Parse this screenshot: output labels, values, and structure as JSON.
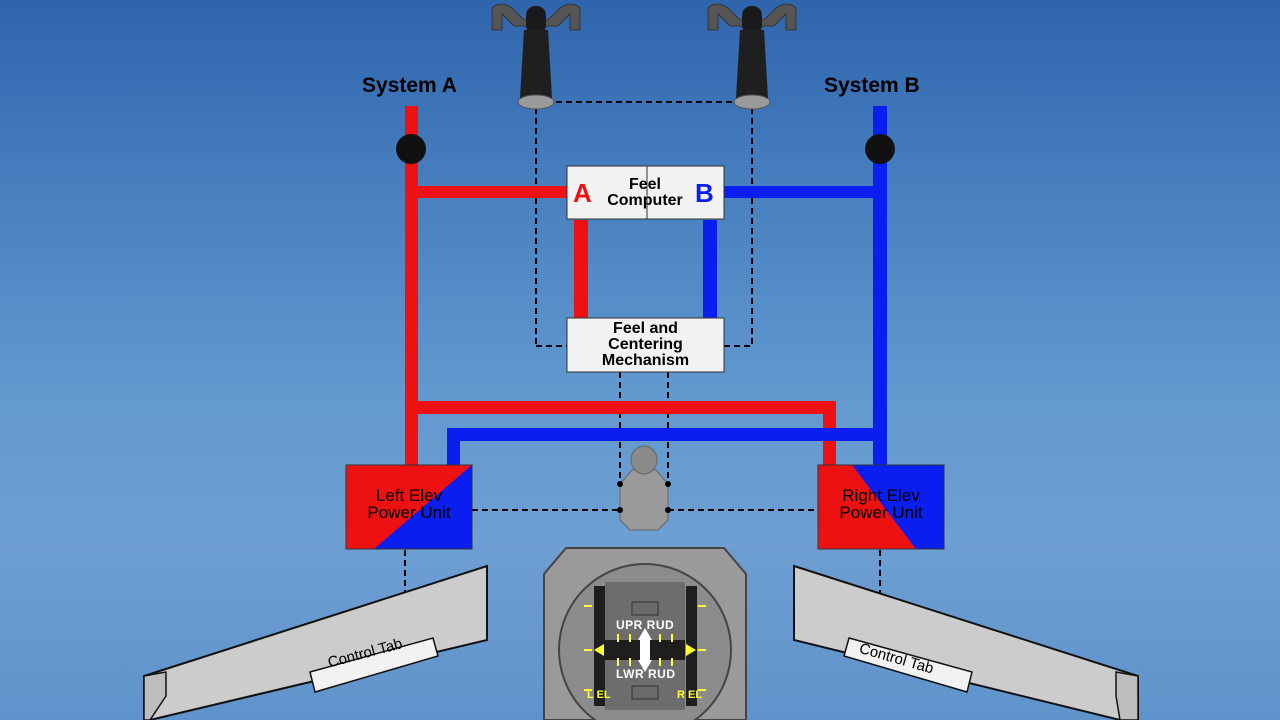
{
  "labels": {
    "system_a": "System A",
    "system_b": "System B",
    "feel_computer_line1": "Feel",
    "feel_computer_line2": "Computer",
    "feel_computer_a": "A",
    "feel_computer_b": "B",
    "feel_centering_line1": "Feel and",
    "feel_centering_line2": "Centering",
    "feel_centering_line3": "Mechanism",
    "left_pu_line1": "Left Elev",
    "left_pu_line2": "Power Unit",
    "right_pu_line1": "Right Elev",
    "right_pu_line2": "Power Unit",
    "left_tab": "Control Tab",
    "right_tab": "Control Tab"
  },
  "indicator": {
    "upper": "UPR RUD",
    "lower": "LWR RUD",
    "left": "L EL",
    "right": "R EL"
  },
  "colors": {
    "system_a": "#ee1111",
    "system_b": "#0a1ef0",
    "box": "#f2f2f2",
    "surface": "#c8c8c8",
    "indicator_bg": "#9a9a9a",
    "indicator_light": "#ffff33"
  }
}
